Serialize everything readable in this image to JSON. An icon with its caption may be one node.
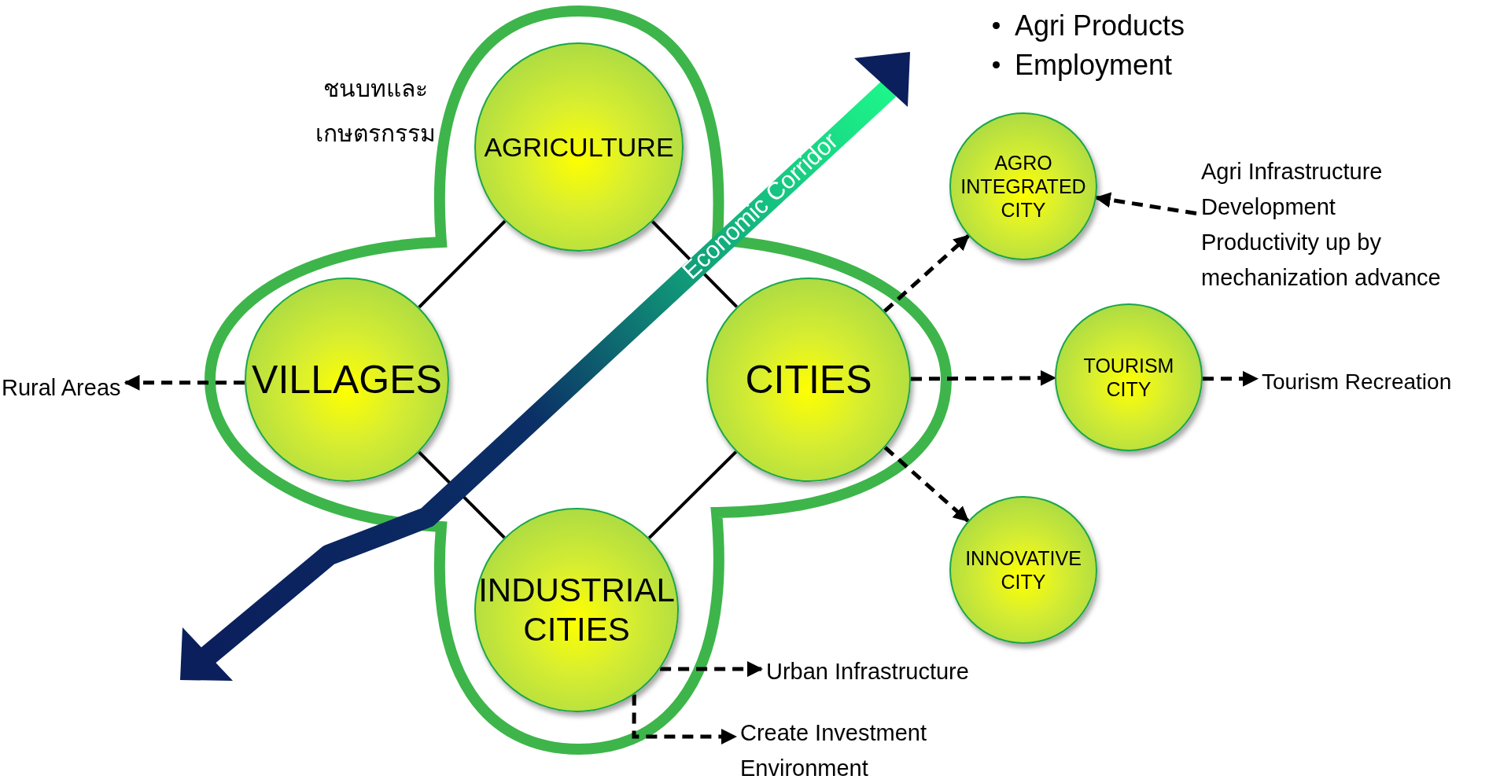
{
  "diagram": {
    "nodes": [
      {
        "text": [
          "AGRICULTURE"
        ]
      },
      {
        "text": [
          "AGRO INTEGRATED CITY"
        ]
      },
      {
        "text": [
          "Agri Infrastructure Development",
          "Productivity up by mechanization advance"
        ]
      },
      {
        "text": [
          "Rural Areas"
        ]
      },
      {
        "text": [
          "VILLAGES"
        ]
      },
      {
        "text": [
          "CITIES"
        ]
      },
      {
        "text": [
          "TOURISM CITY"
        ]
      },
      {
        "text": [
          "Tourism Recreation"
        ]
      },
      {
        "text": [
          "INNOVATIVE CITY"
        ]
      },
      {
        "text": [
          "INDUSTRIAL CITIES"
        ]
      },
      {
        "text": [
          "Urban Infrastructure"
        ]
      },
      {
        "text": [
          "Create Investment Environment"
        ]
      }
    ],
    "edges": [
      {
        "from": 0,
        "to": 4,
        "arrow": "none"
      },
      {
        "from": 0,
        "to": 5,
        "arrow": "none"
      },
      {
        "from": 4,
        "to": 9,
        "arrow": "none"
      },
      {
        "from": 5,
        "to": 9,
        "arrow": "none"
      },
      {
        "from": 4,
        "to": 3,
        "arrow": "to",
        "style": "dashed"
      },
      {
        "from": 5,
        "to": 1,
        "arrow": "to",
        "style": "dashed"
      },
      {
        "from": 2,
        "to": 1,
        "arrow": "to",
        "style": "dashed"
      },
      {
        "from": 5,
        "to": 6,
        "arrow": "to",
        "style": "dashed"
      },
      {
        "from": 6,
        "to": 7,
        "arrow": "to",
        "style": "dashed"
      },
      {
        "from": 5,
        "to": 8,
        "arrow": "to",
        "style": "dashed"
      },
      {
        "from": 9,
        "to": 10,
        "arrow": "to",
        "style": "dashed"
      },
      {
        "from": 9,
        "to": 11,
        "arrow": "to",
        "style": "dashed"
      }
    ],
    "labels": [
      "Agri Products",
      "Employment",
      "ชนบทและเกษตรกรรม",
      "Economic Corridor"
    ]
  }
}
